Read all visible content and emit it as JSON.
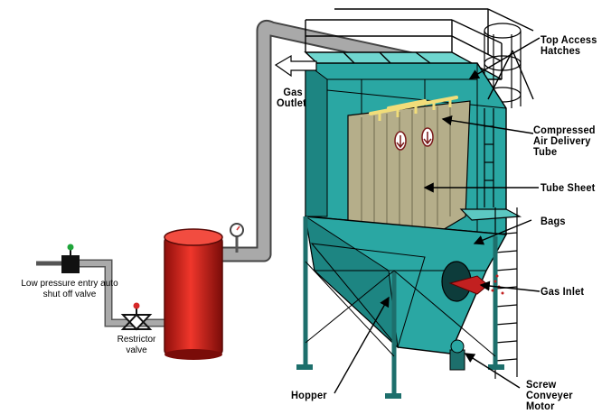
{
  "labels": {
    "top_access_hatches": [
      "Top Access",
      "Hatches"
    ],
    "gas_outlet": [
      "Gas",
      "Outlet"
    ],
    "compressed_air": [
      "Compressed",
      "Air Delivery",
      "Tube"
    ],
    "tube_sheet": [
      "Tube Sheet"
    ],
    "bags": [
      "Bags"
    ],
    "gas_inlet": [
      "Gas Inlet"
    ],
    "hopper": [
      "Hopper"
    ],
    "screw_motor": [
      "Screw",
      "Conveyer",
      "Motor"
    ],
    "low_pressure_valve": [
      "Low pressure entry auto",
      "shut off valve"
    ],
    "restrictor_valve": [
      "Restrictor",
      "valve"
    ]
  },
  "colors": {
    "housing": "#2aa7a3",
    "housing_dark": "#17706e",
    "housing_light": "#5cc8c2",
    "bags": "#b5ae8a",
    "bags_dark": "#7c7658",
    "pipe": "#a9a9a9",
    "tank": "#e4261d",
    "air_tube": "#f1dd7a",
    "inlet_arrow": "#c22020"
  }
}
